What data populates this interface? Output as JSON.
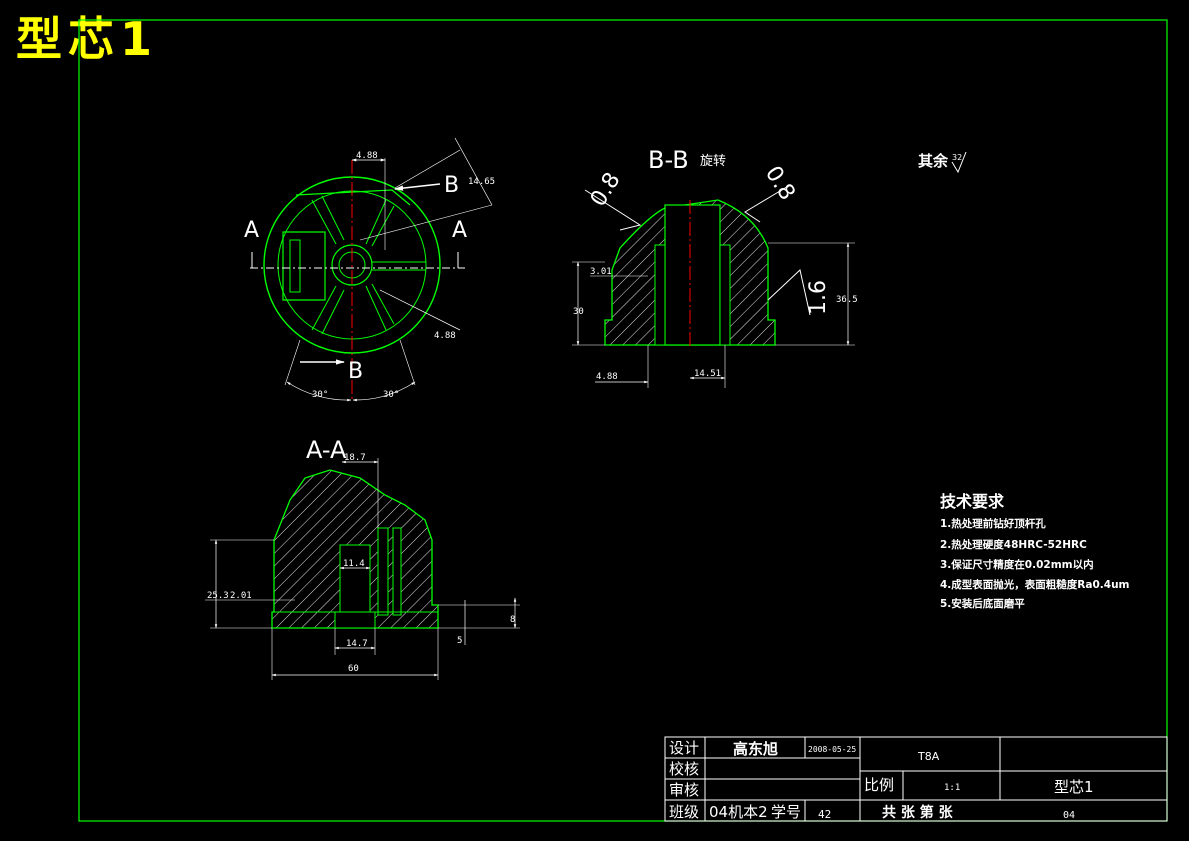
{
  "header": {
    "title": "型芯1"
  },
  "views": {
    "top": {
      "section_a": "A",
      "section_b": "B",
      "dims": [
        "4.88",
        "14.65",
        "4.88",
        "30°",
        "30°"
      ]
    },
    "bb": {
      "title": "B-B",
      "title_suffix": "旋转",
      "rough_left": "0.8",
      "rough_right": "0.8",
      "rough_side": "1.6",
      "dims": [
        "3.01",
        "30",
        "36.5",
        "4.88",
        "14.51"
      ]
    },
    "aa": {
      "title": "A-A",
      "dims": [
        "18.7",
        "11.4",
        "25.3",
        "2.01",
        "14.7",
        "60",
        "5",
        "8"
      ]
    }
  },
  "roughness_note": {
    "label": "其余",
    "value": "32"
  },
  "tech": {
    "title": "技术要求",
    "items": [
      "1.热处理前钻好顶杆孔",
      "2.热处理硬度48HRC-52HRC",
      "3.保证尺寸精度在0.02mm以内",
      "4.成型表面抛光，表面粗糙度Ra0.4um",
      "5.安装后底面磨平"
    ]
  },
  "title_block": {
    "design_label": "设计",
    "designer": "高东旭",
    "date": "2008-05-25",
    "check_label": "校核",
    "review_label": "审核",
    "class_label": "班级",
    "class_value": "04机本2",
    "student_no_label": "学号",
    "student_no": "42",
    "material": "T8A",
    "scale_label": "比例",
    "scale": "1:1",
    "part_name": "型芯1",
    "sheets": "共  张  第  张",
    "drawing_no": "04"
  },
  "colors": {
    "frame": "#00ff00",
    "title": "#ffff00",
    "center": "#ff0000",
    "lines": "#ffffff"
  }
}
